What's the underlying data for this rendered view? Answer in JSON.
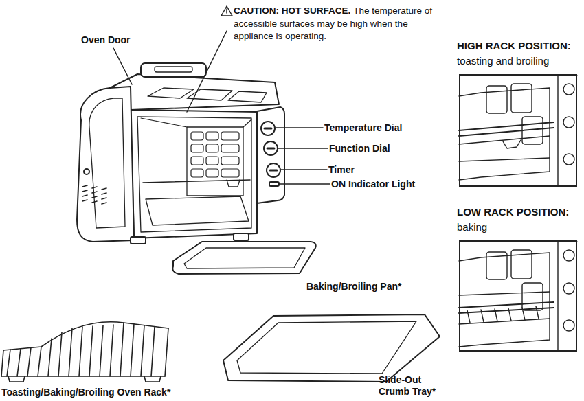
{
  "diagram": {
    "nodes": [
      {
        "text": [
          "HIGH RACK POSITION:",
          "toasting and broiling"
        ]
      },
      {
        "text": [
          "LOW RACK POSITION:",
          "baking"
        ]
      }
    ],
    "labels": [
      "Oven Door",
      "CAUTION: HOT SURFACE.",
      "The temperature of accessible surfaces may be high when the appliance is operating.",
      "Temperature Dial",
      "Function Dial",
      "Timer",
      "ON Indicator Light",
      "Baking/Broiling Pan*",
      "Toasting/Baking/Broiling Oven Rack*",
      "Slide-Out Crumb Tray*"
    ]
  }
}
